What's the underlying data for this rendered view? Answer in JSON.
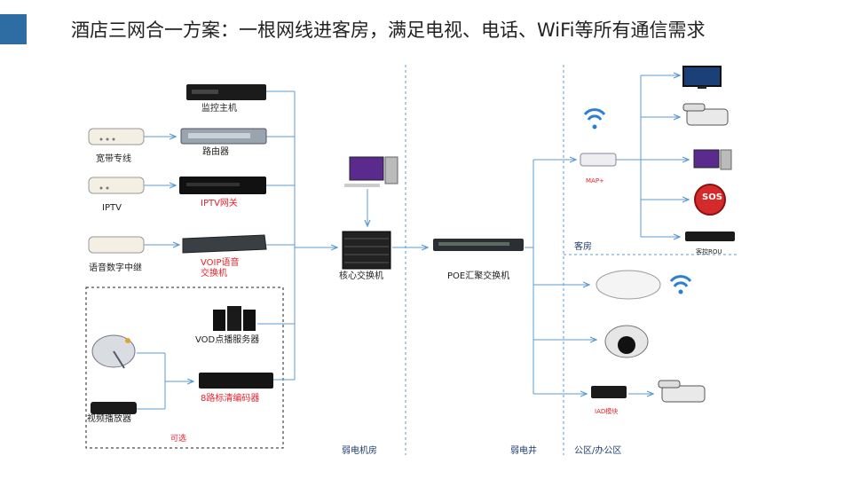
{
  "title": "酒店三网合一方案：一根网线进客房，满足电视、电话、WiFi等所有通信需求",
  "colors": {
    "accent": "#2e6da4",
    "link": "#5b9bd5",
    "zone_text": "#1f3d6e",
    "red_label": "#e8212a"
  },
  "devices": {
    "monitor_host": "监控主机",
    "broadband": "宽带专线",
    "router": "路由器",
    "iptv": "IPTV",
    "iptv_gateway": "IPTV网关",
    "voice_trunk": "语音数字中继",
    "voip_gateway_line1": "VOIP语音",
    "voip_gateway_line2": "交换机",
    "vod_server": "VOD点播服务器",
    "video_player": "视频播放器",
    "encoder": "8路标清编码器",
    "core_switch": "核心交换机",
    "poe_switch": "POE汇聚交换机",
    "map_plus": "MAP+",
    "room_rou": "客控ROU",
    "iad": "IAD模块",
    "sos": "SOS"
  },
  "zones": {
    "optional": "可选",
    "machine_room": "弱电机房",
    "shaft": "弱电井",
    "guest_room": "客房",
    "public_office": "公区/办公区"
  }
}
